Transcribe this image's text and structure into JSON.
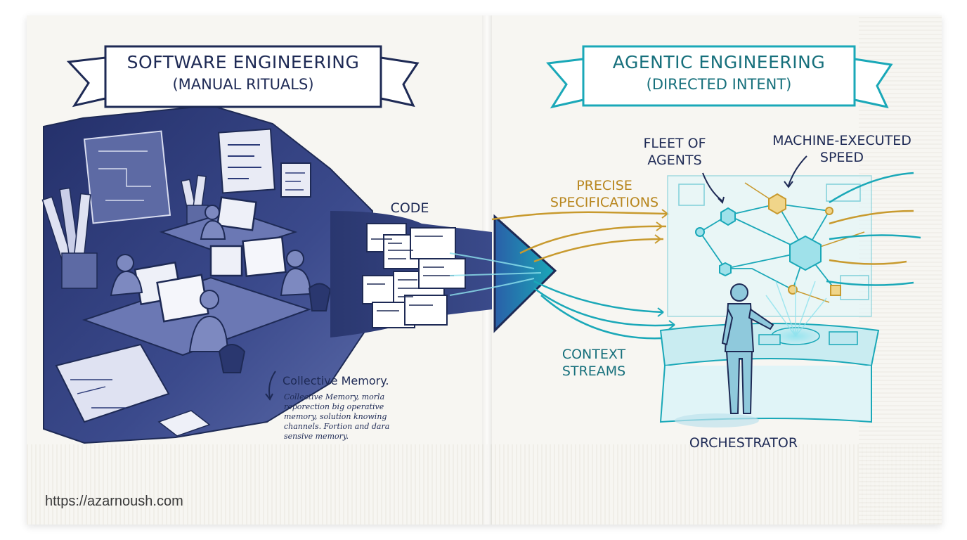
{
  "left_panel": {
    "banner_title": "SOFTWARE ENGINEERING",
    "banner_subtitle": "(MANUAL RITUALS)",
    "code_label": "CODE",
    "note_title": "Collective Memory.",
    "note_body": "Collective Memory, morla reporection big operative memory, solution knowing channels. Fortion and dara sensive memory."
  },
  "right_panel": {
    "banner_title": "AGENTIC ENGINEERING",
    "banner_subtitle": "(DIRECTED INTENT)",
    "fleet_label": "FLEET OF AGENTS",
    "speed_label": "MACHINE-EXECUTED SPEED",
    "specs_label": "PRECISE SPECIFICATIONS",
    "context_label": "CONTEXT STREAMS",
    "orchestrator_label": "ORCHESTRATOR"
  },
  "footer": {
    "url": "https://azarnoush.com"
  },
  "colors": {
    "ink_navy": "#1e2a55",
    "wash_navy": "#2c3a78",
    "teal": "#1aa8b8",
    "teal_dark": "#17707c",
    "gold": "#c89a2e",
    "napkin": "#f7f6f2"
  }
}
